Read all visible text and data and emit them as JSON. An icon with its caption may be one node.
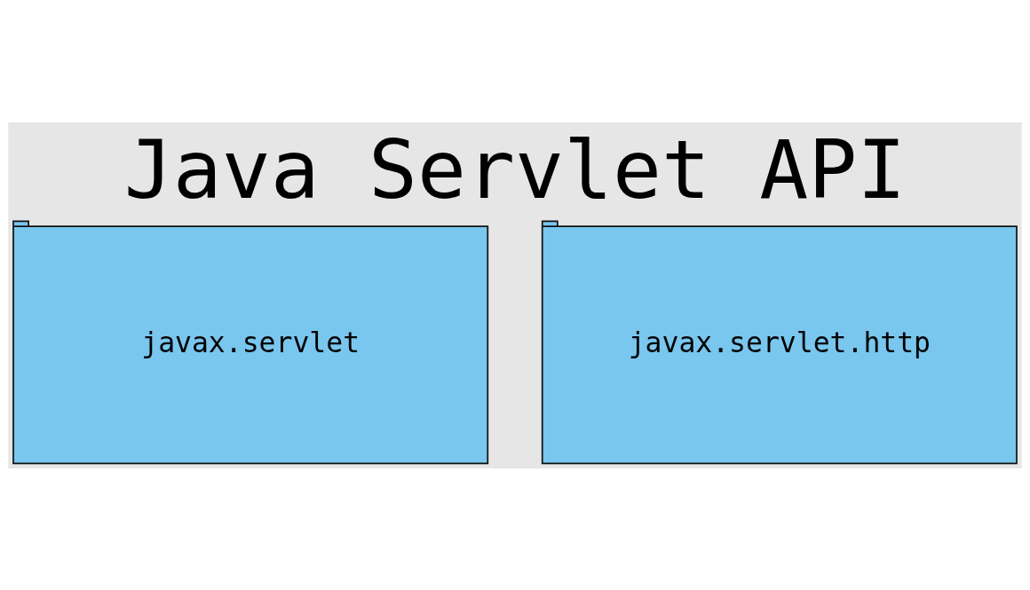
{
  "diagram": {
    "title": "Java Servlet API",
    "nodes": [
      {
        "text": [
          "javax.servlet"
        ]
      },
      {
        "text": [
          "javax.servlet.http"
        ]
      }
    ]
  }
}
